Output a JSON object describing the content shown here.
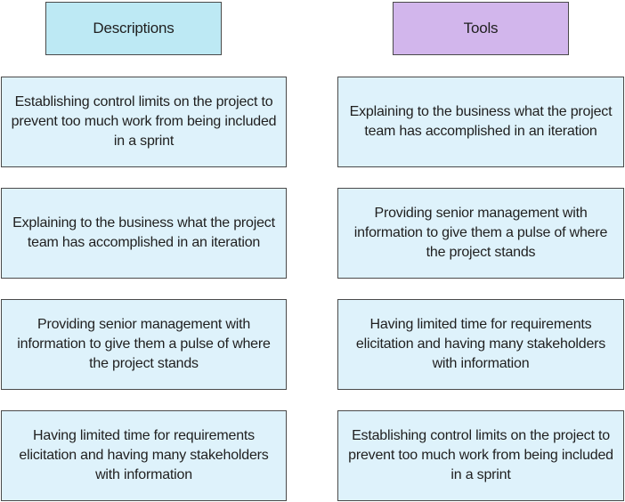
{
  "headers": {
    "descriptions": "Descriptions",
    "tools": "Tools"
  },
  "descriptions": [
    "Establishing control limits on the project to prevent too much work from being included in a sprint",
    "Explaining to the business what the project team has accomplished in an iteration",
    "Providing senior management with information to give them a pulse of where the project stands",
    "Having limited time for requirements elicitation and having many stakeholders with information"
  ],
  "tools": [
    "Explaining to the business what the project team has accomplished in an iteration",
    "Providing senior management with information to give them a pulse of where the project stands",
    "Having limited time for requirements elicitation and having many stakeholders with information",
    "Establishing control limits on the project to prevent too much work from being included in a sprint"
  ],
  "colors": {
    "descriptions_header": "#bde9f4",
    "tools_header": "#d2b6ec",
    "item_fill": "#def2fb",
    "border": "#4a4a4a"
  }
}
